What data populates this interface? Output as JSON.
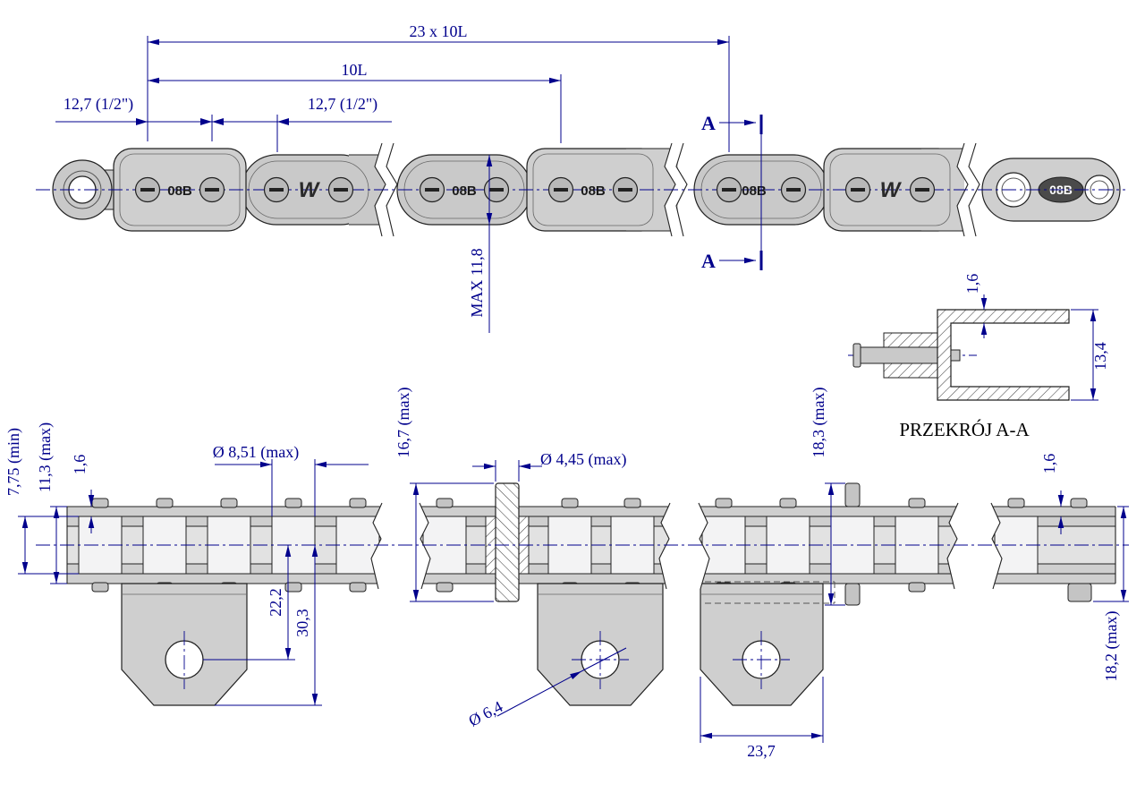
{
  "drawing": {
    "top": {
      "dim_total_length": "23 x 10L",
      "dim_ten_links": "10L",
      "dim_pitch_1": "12,7  (1/2\")",
      "dim_pitch_2": "12,7  (1/2\")",
      "dim_plate_height": "MAX  11,8",
      "section_letter": "A",
      "chain_marking": "08B",
      "maker_mark": "W"
    },
    "side_left": {
      "dim_inner_width_min": "7,75  (min)",
      "dim_plate_height_max": "11,3  (max)",
      "dim_plate_thickness": "1,6",
      "dim_roller_diameter": "Ø 8,51  (max)",
      "dim_hole_offset": "22,2",
      "dim_lug_drop": "30,3"
    },
    "side_middle": {
      "dim_pin_length_max": "16,7  (max)",
      "dim_pin_diameter": "Ø 4,45  (max)",
      "dim_hole_diameter": "Ø 6,4"
    },
    "side_right": {
      "dim_pin_length_max": "18,3  (max)",
      "dim_lug_width": "23,7"
    },
    "side_end": {
      "dim_plate_thickness": "1,6",
      "dim_pin_length_max": "18,2  (max)"
    },
    "section": {
      "dim_plate_thickness": "1,6",
      "dim_inner_height": "13,4",
      "caption": "PRZEKRÓJ A-A"
    }
  }
}
